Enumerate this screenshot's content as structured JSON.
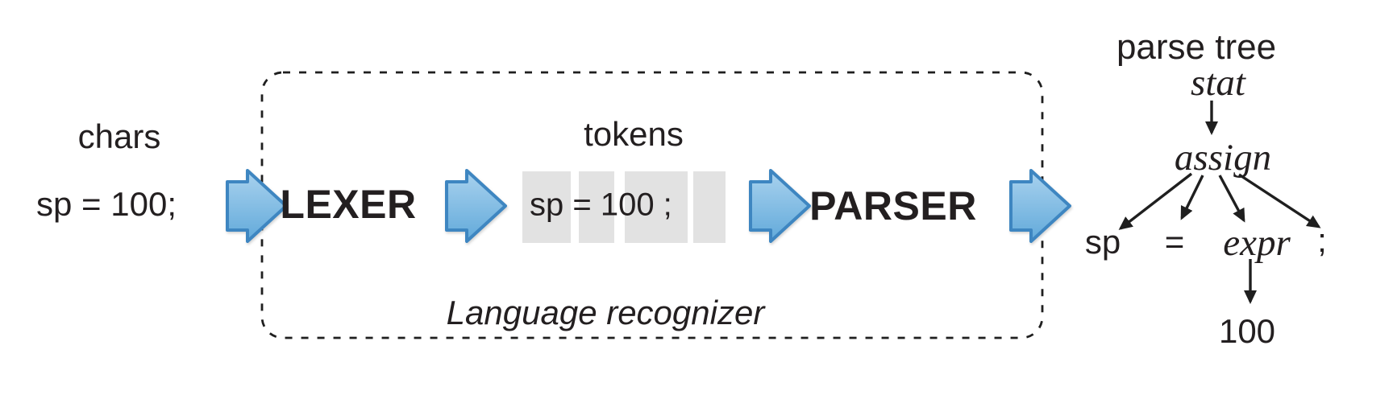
{
  "input": {
    "label": "chars",
    "value": "sp = 100;"
  },
  "recognizer": {
    "caption": "Language recognizer",
    "lexer_label": "LEXER",
    "parser_label": "PARSER",
    "tokens_label": "tokens",
    "tokens_text": "sp = 100 ;"
  },
  "parse_tree": {
    "title": "parse tree",
    "root": "stat",
    "child": "assign",
    "leaves": [
      "sp",
      "=",
      "expr",
      ";"
    ],
    "expr_value": "100"
  },
  "colors": {
    "text": "#231f20",
    "line": "#1f1f1f",
    "arrow_fill_top": "#a9d2ee",
    "arrow_fill_bottom": "#61a9da",
    "arrow_border": "#3e86c1",
    "token_box": "#e2e2e2"
  }
}
